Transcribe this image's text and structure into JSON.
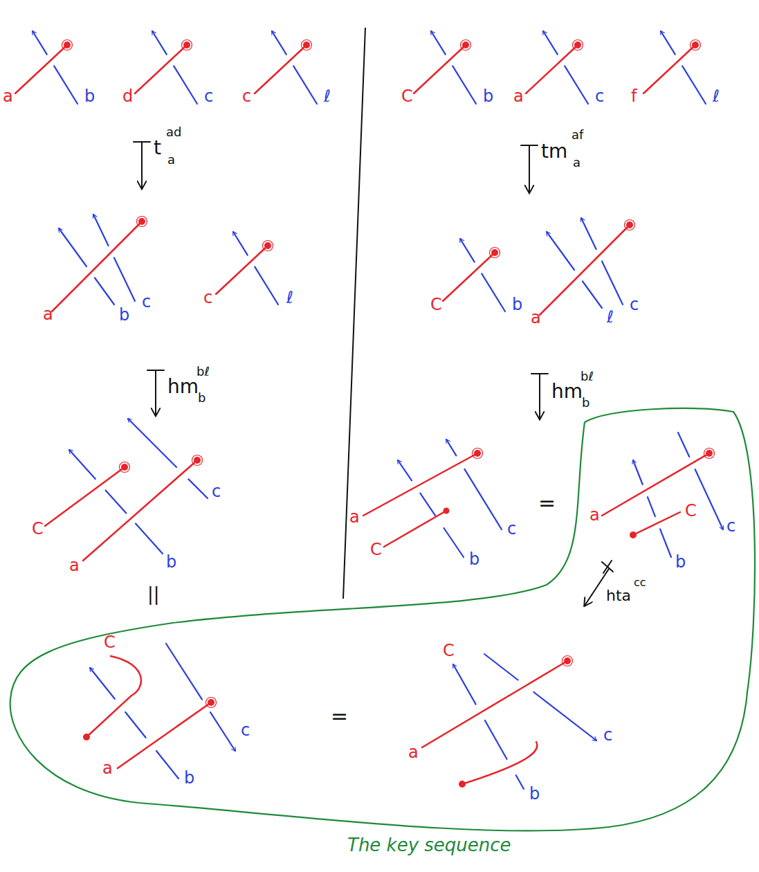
{
  "diagram": {
    "caption": "The key sequence",
    "labels": [
      "a",
      "b",
      "d",
      "c",
      "c",
      "ℓ",
      "C",
      "b",
      "a",
      "c",
      "f",
      "ℓ",
      "t",
      "ad",
      "a",
      "tm",
      "af",
      "a",
      "a",
      "b",
      "c",
      "c",
      "ℓ",
      "hm",
      "bℓ",
      "b",
      "C",
      "b",
      "a",
      "ℓ",
      "c",
      "hm",
      "bℓ",
      "b",
      "C",
      "a",
      "b",
      "c",
      "||",
      "a",
      "C",
      "b",
      "c",
      "=",
      "a",
      "C",
      "b",
      "c",
      "hta",
      "cc",
      "C",
      "c",
      "a",
      "b",
      "=",
      "C",
      "a",
      "c",
      "b"
    ]
  }
}
